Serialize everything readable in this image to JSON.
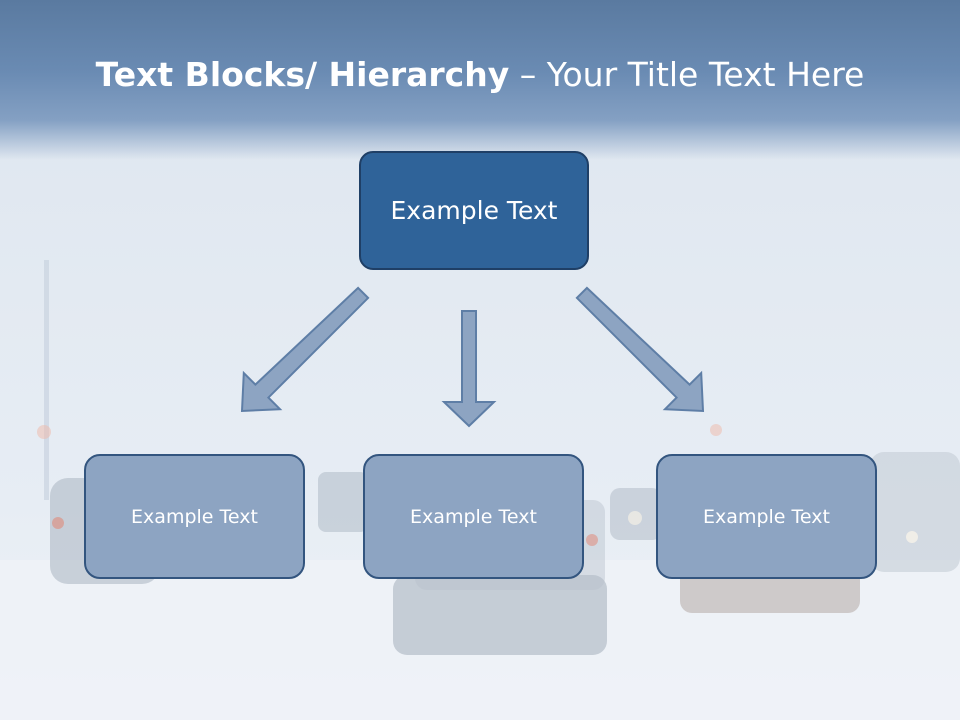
{
  "slide": {
    "title_bold": "Text Blocks/ Hierarchy",
    "title_separator": " – ",
    "title_rest": "Your Title Text Here",
    "top_block": {
      "label": "Example Text",
      "fill": "#2f6399"
    },
    "child_blocks": [
      {
        "label": "Example Text"
      },
      {
        "label": "Example Text"
      },
      {
        "label": "Example Text"
      }
    ],
    "colors": {
      "header": "#6a8bb3",
      "child_fill": "#8da4c2",
      "arrow_fill": "#8da4c2",
      "outline": "#33557f"
    }
  }
}
